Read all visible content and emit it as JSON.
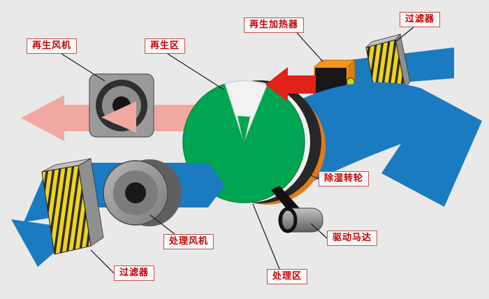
{
  "diagram": {
    "background": "#e9e9e9",
    "labels": {
      "regen_fan": "再生风机",
      "regen_zone": "再生区",
      "regen_heater": "再生加热器",
      "filter_top": "过滤器",
      "wheel": "除湿转轮",
      "drive_motor": "驱动马达",
      "process_zone": "处理区",
      "process_fan": "处理风机",
      "filter_bottom": "过滤器"
    },
    "colors": {
      "process_air_blue": "#1a7bc0",
      "regen_exhaust_pink": "#f2a8a2",
      "hot_air_red": "#e32119",
      "wheel_green": "#00a551",
      "wheel_back_orange": "#e07a1c",
      "heater_orange": "#f7941d",
      "filter_yellow": "#efd31f",
      "label_text_red": "#c80000"
    }
  }
}
